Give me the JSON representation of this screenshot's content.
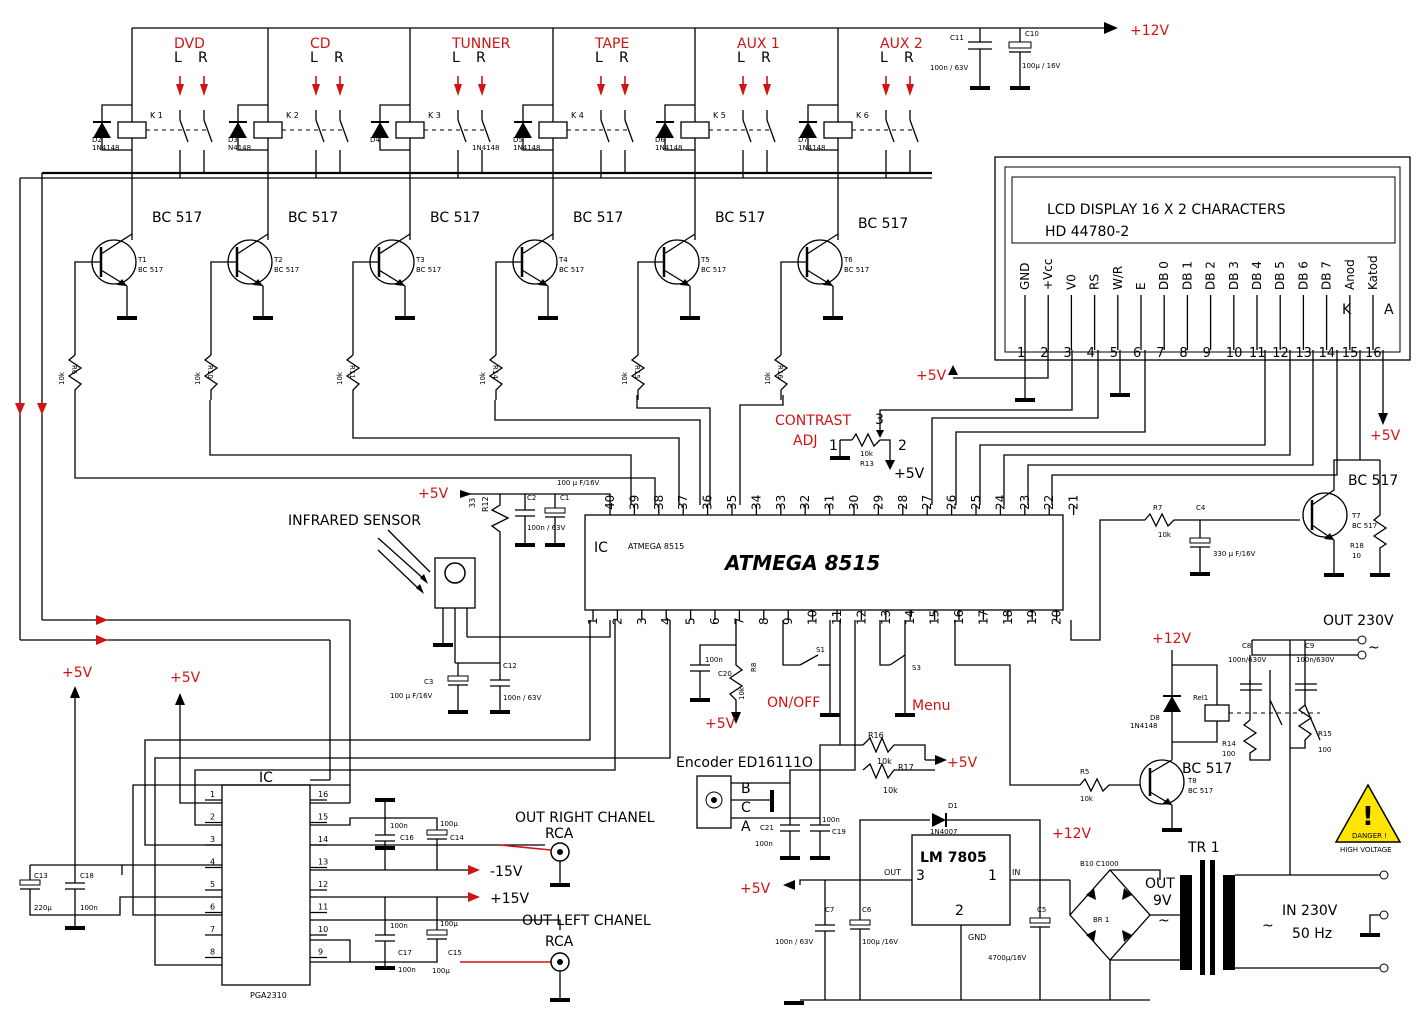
{
  "supply": {
    "v12": "+12V",
    "v5": "+5V",
    "m15": "-15V",
    "p15": "+15V"
  },
  "sources": [
    {
      "name": "DVD",
      "relay": "K 1",
      "diode": "D2",
      "transistor": "T1",
      "res": "R6"
    },
    {
      "name": "CD",
      "relay": "K 2",
      "diode": "D3",
      "transistor": "T2",
      "res": "R10"
    },
    {
      "name": "TUNNER",
      "relay": "K 3",
      "diode": "D4",
      "transistor": "T3",
      "res": "R11"
    },
    {
      "name": "TAPE",
      "relay": "K 4",
      "diode": "D5",
      "transistor": "T4",
      "res": "R14"
    },
    {
      "name": "AUX 1",
      "relay": "K 5",
      "diode": "D6",
      "transistor": "T5",
      "res": "R15"
    },
    {
      "name": "AUX 2",
      "relay": "K 6",
      "diode": "D7",
      "transistor": "T6",
      "res": "R16"
    }
  ],
  "channels": {
    "left": "L",
    "right": "R"
  },
  "parts": {
    "diode_type": "1N4148",
    "diode_type_short": "N4148",
    "bc517": "BC 517",
    "bc517_small": "BC 517",
    "r10k": "10k",
    "C11": "C11",
    "C11v": "100n / 63V",
    "C10": "C10",
    "C10v": "100µ / 16V",
    "R12": "R12",
    "R12v": "33",
    "C2": "C2",
    "C1": "C1",
    "C1v": "100 µ F/16V",
    "C2v": "100n / 63V",
    "C3": "C3",
    "C3v": "100 µ F/16V",
    "C12": "C12",
    "C12v": "100n / 63V",
    "C20": "C20",
    "C20v": "100n",
    "R8": "R8",
    "R8v": "10k",
    "S1": "S1",
    "S3": "S3",
    "R13": "R13",
    "R13v": "10k",
    "R7": "R7",
    "R7v": "10k",
    "C4": "C4",
    "C4v": "330 µ F/16V",
    "T7": "T7",
    "R18": "R18",
    "R18v": "10",
    "T8": "T8",
    "R5": "R5",
    "R5v": "10k",
    "D8": "D8",
    "Rel1": "Rel1",
    "R14b": "R14",
    "R14bv": "100",
    "R15b": "R15",
    "R15bv": "100",
    "C8": "C8",
    "C8v": "100n/630V",
    "C9": "C9",
    "C9v": "100n/630V",
    "R16b": "R16",
    "R17": "R17",
    "R17v": "10k",
    "C21": "C21",
    "C21v": "100n",
    "C19": "C19",
    "D1": "D1",
    "D1v": "1N4007",
    "C7": "C7",
    "C7v": "100n / 63V",
    "C6": "C6",
    "C6v": "100µ /16V",
    "C5": "C5",
    "C5v": "4700µ/16V",
    "BR1": "BR 1",
    "B10": "B10 C1000",
    "C13": "C13",
    "C13v": "220µ",
    "C18": "C18",
    "C18v": "100n",
    "C16": "C16",
    "C16v": "100n",
    "C14": "C14",
    "C14v": "100µ",
    "C17": "C17",
    "C17v": "100n",
    "C15": "C15",
    "C15v": "100µ",
    "pga": "PGA2310",
    "ic": "IC",
    "pga_pins_left": [
      "1",
      "2",
      "3",
      "4",
      "5",
      "6",
      "7",
      "8"
    ],
    "pga_pins_right": [
      "16",
      "15",
      "14",
      "13",
      "12",
      "11",
      "10",
      "9"
    ]
  },
  "mcu": {
    "name": "ATMEGA 8515",
    "small": "ATMEGA 8515",
    "ic": "IC",
    "top_pins": [
      "40",
      "39",
      "38",
      "37",
      "36",
      "35",
      "34",
      "33",
      "32",
      "31",
      "30",
      "29",
      "28",
      "27",
      "26",
      "25",
      "24",
      "23",
      "22",
      "21"
    ],
    "bottom_pins": [
      "1",
      "2",
      "3",
      "4",
      "5",
      "6",
      "7",
      "8",
      "9",
      "10",
      "11",
      "12",
      "13",
      "14",
      "15",
      "16",
      "17",
      "18",
      "19",
      "20"
    ]
  },
  "lcd": {
    "title": "LCD DISPLAY 16 X 2 CHARACTERS",
    "model": "HD 44780-2",
    "pins": [
      "GND",
      "+Vcc",
      "V0",
      "RS",
      "W/R",
      "E",
      "DB 0",
      "DB 1",
      "DB 2",
      "DB 3",
      "DB 4",
      "DB 5",
      "DB 6",
      "DB 7",
      "Anod",
      "Katod"
    ],
    "numbers": [
      "1",
      "2",
      "3",
      "4",
      "5",
      "6",
      "7",
      "8",
      "9",
      "10",
      "11",
      "12",
      "13",
      "14",
      "15",
      "16"
    ],
    "k": "K",
    "a": "A"
  },
  "labels": {
    "ir": "INFRARED SENSOR",
    "contrast": "CONTRAST",
    "adj": "ADJ",
    "pot1": "1",
    "pot2": "2",
    "pot3": "3",
    "onoff": "ON/OFF",
    "menu": "Menu",
    "encoder": "Encoder ED16111O",
    "encB": "B",
    "encC": "C",
    "encA": "A",
    "out_right": "OUT RIGHT CHANEL",
    "out_left": "OUT LEFT CHANEL",
    "rca": "RCA",
    "out230": "OUT 230V",
    "in230": "IN 230V",
    "hz": "50 Hz",
    "tr1": "TR 1",
    "out": "OUT",
    "v9": "9V",
    "lm": "LM 7805",
    "lm_out": "OUT",
    "lm_in": "IN",
    "lm_gnd": "GND",
    "lm3": "3",
    "lm1": "1",
    "lm2": "2",
    "danger": "DANGER !",
    "hv": "HIGH VOLTAGE"
  },
  "colors": {
    "accent": "#d01414",
    "warning": "#ffe600"
  }
}
